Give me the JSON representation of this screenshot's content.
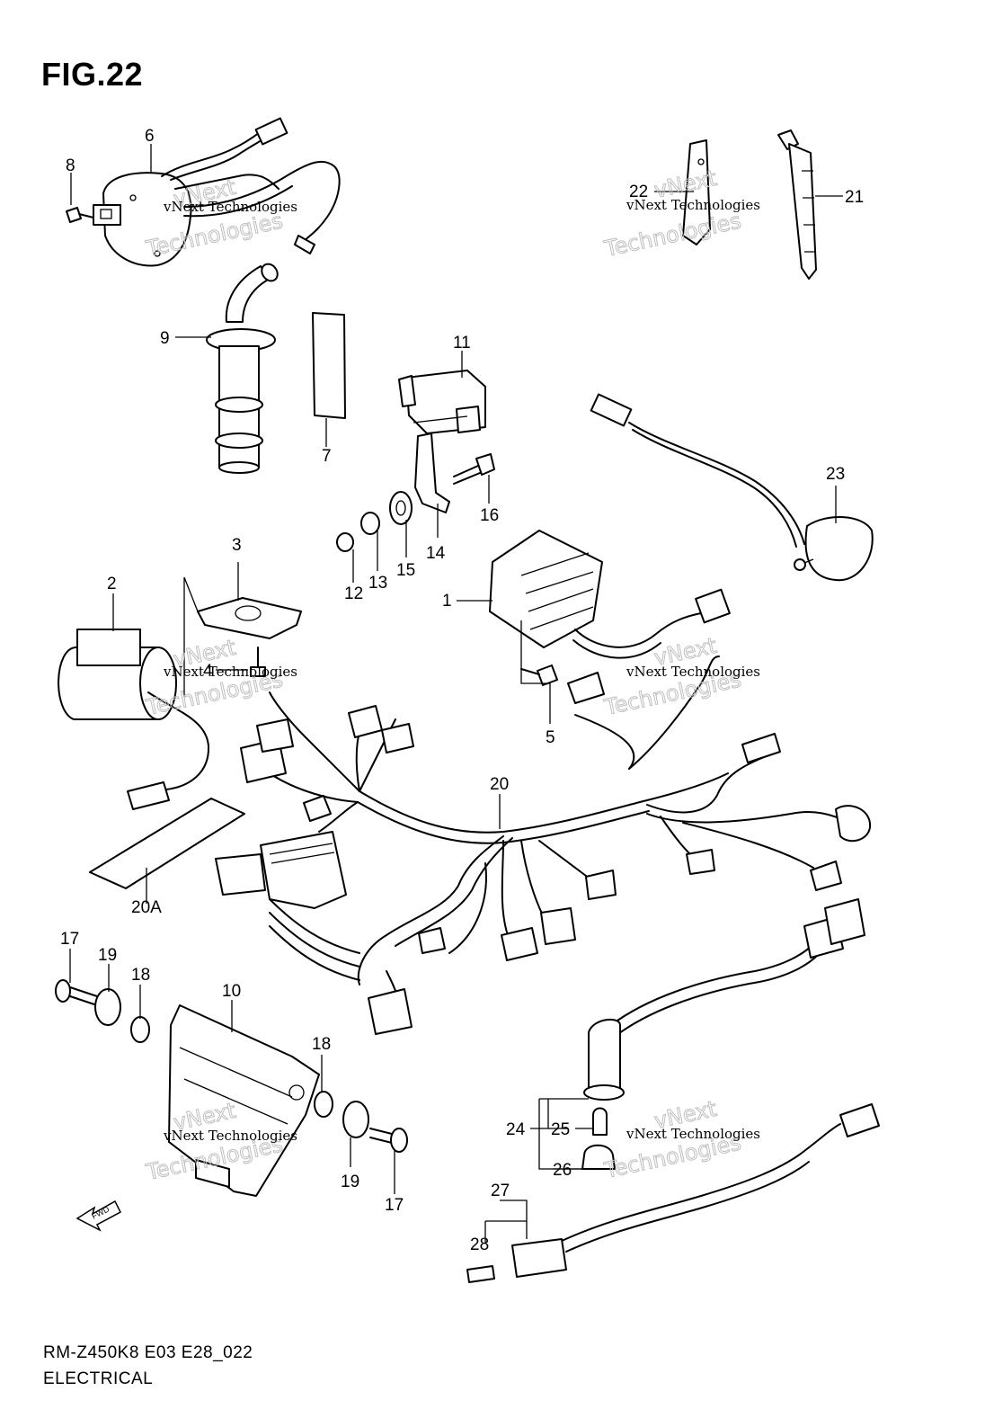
{
  "figure": {
    "title": "FIG.22"
  },
  "footer": {
    "model_code": "RM-Z450K8 E03 E28_022",
    "section": "ELECTRICAL"
  },
  "fwd_label": "FWD",
  "watermark": {
    "company": "vNext Technologies",
    "ghost_top": "vNext",
    "ghost_bottom": "Technologies"
  },
  "callouts": {
    "c1": "1",
    "c2": "2",
    "c3": "3",
    "c4": "4",
    "c5": "5",
    "c6": "6",
    "c7": "7",
    "c8": "8",
    "c9": "9",
    "c10": "10",
    "c11": "11",
    "c12": "12",
    "c13": "13",
    "c14": "14",
    "c15": "15",
    "c16": "16",
    "c17a": "17",
    "c17b": "17",
    "c18a": "18",
    "c18b": "18",
    "c19a": "19",
    "c19b": "19",
    "c20": "20",
    "c20a": "20A",
    "c21": "21",
    "c22": "22",
    "c23": "23",
    "c24": "24",
    "c25": "25",
    "c26": "26",
    "c27": "27",
    "c28": "28"
  }
}
